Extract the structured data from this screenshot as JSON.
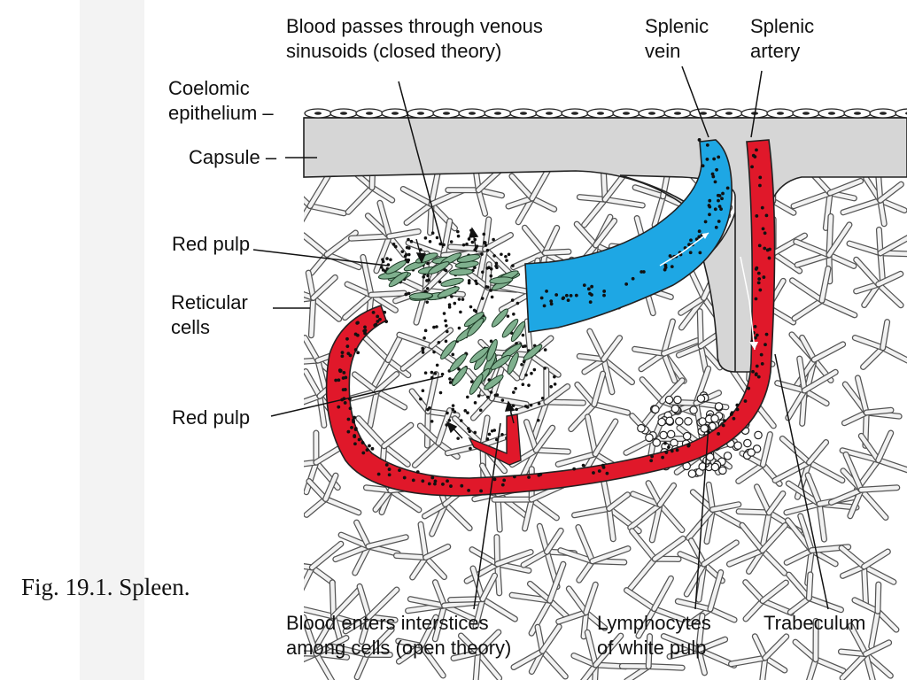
{
  "caption": "Fig. 19.1. Spleen.",
  "labels": {
    "closed_theory": [
      "Blood passes through venous",
      "sinusoids (closed theory)"
    ],
    "splenic_vein": [
      "Splenic",
      "vein"
    ],
    "splenic_artery": [
      "Splenic",
      "artery"
    ],
    "coelomic_epithelium": [
      "Coelomic",
      "epithelium –"
    ],
    "capsule": "Capsule –",
    "red_pulp_top": "Red pulp",
    "reticular_cells": [
      "Reticular",
      "cells"
    ],
    "red_pulp_bottom": "Red pulp",
    "open_theory": [
      "Blood enters interstices",
      "among cells (open theory)"
    ],
    "lymphocytes": [
      "Lymphocytes",
      "of white pulp"
    ],
    "trabeculum": "Trabeculum"
  },
  "colors": {
    "artery": "#e0182a",
    "vein": "#1ea7e4",
    "capsule": "#d6d6d6",
    "sinusoid_cells": "#7fb08e",
    "reticular_mesh": "#f2f2f2"
  }
}
